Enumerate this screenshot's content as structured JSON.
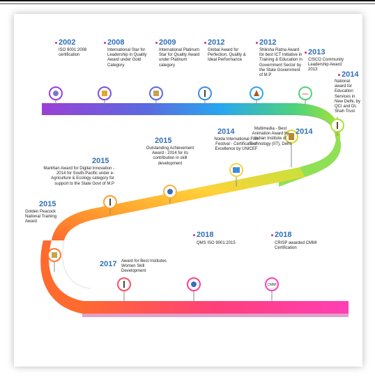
{
  "colors": {
    "year_text": "#2f6fb6",
    "road_gradient": [
      "#9b3fd6",
      "#5b6ae0",
      "#27a7f0",
      "#4ed37a",
      "#c3e23b",
      "#ffd23a",
      "#ff9f2e",
      "#ff6a2f",
      "#ff3f7a",
      "#ff3fb5"
    ],
    "milestone_dot": "#d12e8a"
  },
  "milestones": [
    {
      "year": "2002",
      "text": "ISO 9001:2008 certification",
      "icon": "certificate-icon"
    },
    {
      "year": "2008",
      "text": "International Star for Leadership in Quality Award under Gold Category",
      "icon": "trophy-icon"
    },
    {
      "year": "2009",
      "text": "International Platinum Star for Quality Award under Platinum category",
      "icon": "award-icon"
    },
    {
      "year": "2012",
      "text": "Global Award for Perfection, Quality & Ideal Performance",
      "icon": "medal-icon"
    },
    {
      "year": "2012",
      "text": "Shiksha Ratna Award for best ICT Initiative in Training & Education in Government Sector by the State Government of M.P",
      "icon": "star-award-icon"
    },
    {
      "year": "2013",
      "text": "CISCO Community Leadership Award 2013",
      "icon": "cisco-icon"
    },
    {
      "year": "2014",
      "text": "National award for Education Services in New Delhi, by QCI and DL Shah Trust",
      "icon": "trophy-icon"
    },
    {
      "year": "2014",
      "text": "Multimedia - Best Animation Award by Indian Institute of Technology (IIT), Delhi",
      "icon": "film-icon"
    },
    {
      "year": "2014",
      "text": "Noida International Film Festival - Certificate of Excellence by UNICEF",
      "icon": "certificate-frame-icon"
    },
    {
      "year": "2015",
      "text": "Outstanding Achievement Award - 2014 for its contribution in skill development",
      "icon": "globe-icon"
    },
    {
      "year": "2015",
      "text": "Manthan Award for Digital Innovation - 2014 for South-Pacific under e-Agriculture & Ecology category for support to the State Govt of M.P",
      "icon": "trophy-icon"
    },
    {
      "year": "2015",
      "text": "Golden Peacock National Training Award",
      "icon": "peacock-award-icon"
    },
    {
      "year": "2017",
      "text": "Award for Best Institutes Women Skill Development",
      "icon": "trophy-icon"
    },
    {
      "year": "2018",
      "text": "QMS ISO 9001:2015",
      "icon": "certificate-icon"
    },
    {
      "year": "2018",
      "text": "CRISP awarded CMMI Certification",
      "icon": "cmmi-icon"
    }
  ]
}
